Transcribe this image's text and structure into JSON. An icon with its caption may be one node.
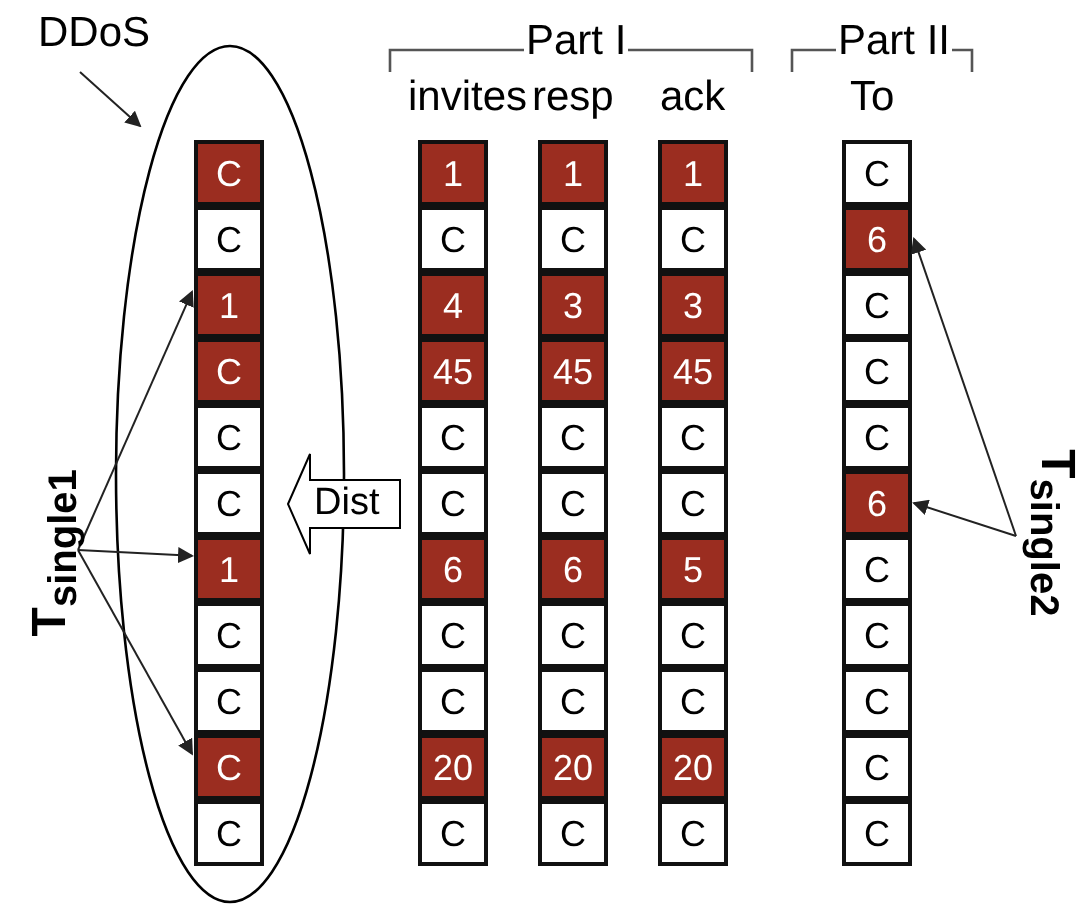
{
  "diagram": {
    "nodes": [
      {
        "text": [
          "DDoS"
        ]
      },
      {
        "text": [],
        "shape": "ellipse"
      },
      {
        "text": [
          "C"
        ],
        "in": 1
      },
      {
        "text": [
          "C"
        ],
        "in": 1
      },
      {
        "text": [
          "1"
        ],
        "in": 1
      },
      {
        "text": [
          "C"
        ],
        "in": 1
      },
      {
        "text": [
          "C"
        ],
        "in": 1
      },
      {
        "text": [
          "C"
        ],
        "in": 1
      },
      {
        "text": [
          "1"
        ],
        "in": 1
      },
      {
        "text": [
          "C"
        ],
        "in": 1
      },
      {
        "text": [
          "C"
        ],
        "in": 1
      },
      {
        "text": [
          "C"
        ],
        "in": 1
      },
      {
        "text": [
          "C"
        ],
        "in": 1
      },
      {
        "text": [
          "1"
        ]
      },
      {
        "text": [
          "C"
        ]
      },
      {
        "text": [
          "4"
        ]
      },
      {
        "text": [
          "45"
        ]
      },
      {
        "text": [
          "C"
        ]
      },
      {
        "text": [
          "C"
        ]
      },
      {
        "text": [
          "6"
        ]
      },
      {
        "text": [
          "C"
        ]
      },
      {
        "text": [
          "C"
        ]
      },
      {
        "text": [
          "20"
        ]
      },
      {
        "text": [
          "C"
        ]
      },
      {
        "text": [
          "1"
        ]
      },
      {
        "text": [
          "C"
        ]
      },
      {
        "text": [
          "3"
        ]
      },
      {
        "text": [
          "45"
        ]
      },
      {
        "text": [
          "C"
        ]
      },
      {
        "text": [
          "C"
        ]
      },
      {
        "text": [
          "6"
        ]
      },
      {
        "text": [
          "C"
        ]
      },
      {
        "text": [
          "C"
        ]
      },
      {
        "text": [
          "20"
        ]
      },
      {
        "text": [
          "C"
        ]
      },
      {
        "text": [
          "1"
        ]
      },
      {
        "text": [
          "C"
        ]
      },
      {
        "text": [
          "3"
        ]
      },
      {
        "text": [
          "45"
        ]
      },
      {
        "text": [
          "C"
        ]
      },
      {
        "text": [
          "C"
        ]
      },
      {
        "text": [
          "5"
        ]
      },
      {
        "text": [
          "C"
        ]
      },
      {
        "text": [
          "C"
        ]
      },
      {
        "text": [
          "20"
        ]
      },
      {
        "text": [
          "C"
        ]
      },
      {
        "text": [
          "C"
        ]
      },
      {
        "text": [
          "6"
        ]
      },
      {
        "text": [
          "C"
        ]
      },
      {
        "text": [
          "C"
        ]
      },
      {
        "text": [
          "C"
        ]
      },
      {
        "text": [
          "6"
        ]
      },
      {
        "text": [
          "C"
        ]
      },
      {
        "text": [
          "C"
        ]
      },
      {
        "text": [
          "C"
        ]
      },
      {
        "text": [
          "C"
        ]
      },
      {
        "text": [
          "C"
        ]
      },
      {
        "text": [
          "Dist"
        ]
      },
      {
        "text": [
          "T$_{single1}$"
        ]
      },
      {
        "text": [
          "T$_{single2}$"
        ]
      }
    ],
    "edges": [
      {
        "from": 0,
        "to": 1,
        "arrow": "to"
      },
      {
        "from": 58,
        "to": 4,
        "arrow": "to"
      },
      {
        "from": 58,
        "to": 8,
        "arrow": "to"
      },
      {
        "from": 58,
        "to": 11,
        "arrow": "to"
      },
      {
        "from": 59,
        "to": 47,
        "arrow": "to"
      },
      {
        "from": 59,
        "to": 51,
        "arrow": "to"
      }
    ],
    "labels": [
      "Part I",
      "Part II",
      "invites",
      "resp",
      "ack",
      "To"
    ]
  }
}
